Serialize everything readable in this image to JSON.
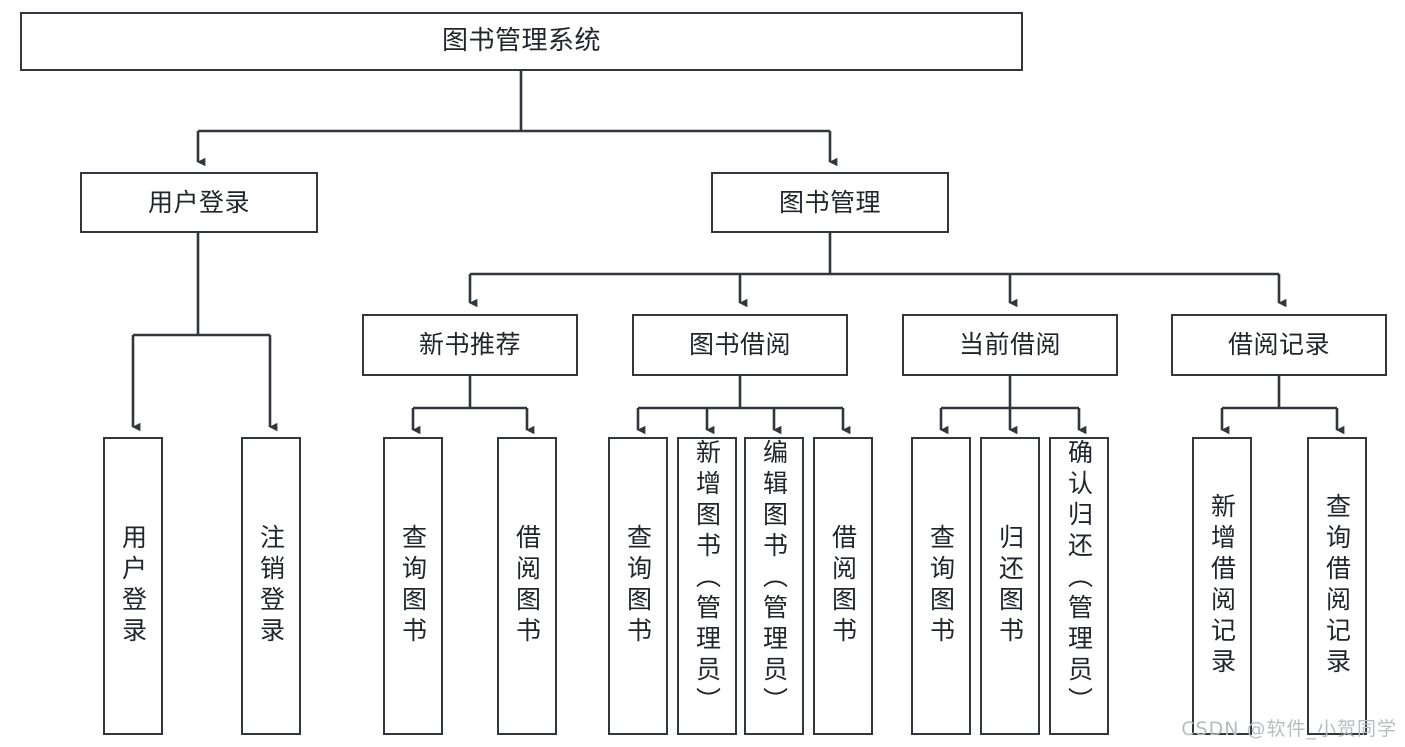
{
  "diagram": {
    "type": "tree",
    "title": "图书管理系统",
    "orientation": "top-down",
    "colors": {
      "node_border": "#33363b",
      "node_fill": "#ffffff",
      "edge": "#33363b",
      "text": "#22252a",
      "watermark": "#b9bcc1",
      "background": "#ffffff"
    },
    "root": {
      "label": "图书管理系统"
    },
    "level2": [
      {
        "label": "用户登录"
      },
      {
        "label": "图书管理"
      }
    ],
    "level3": [
      {
        "label": "新书推荐"
      },
      {
        "label": "图书借阅"
      },
      {
        "label": "当前借阅"
      },
      {
        "label": "借阅记录"
      }
    ],
    "leaves": {
      "user_login": [
        {
          "label": "用户登录"
        },
        {
          "label": "注销登录"
        }
      ],
      "new_book_recommend": [
        {
          "label": "查询图书"
        },
        {
          "label": "借阅图书"
        }
      ],
      "book_borrow": [
        {
          "label": "查询图书"
        },
        {
          "label": "新增图书（管理员）"
        },
        {
          "label": "编辑图书（管理员）"
        },
        {
          "label": "借阅图书"
        }
      ],
      "current_borrow": [
        {
          "label": "查询图书"
        },
        {
          "label": "归还图书"
        },
        {
          "label": "确认归还（管理员）"
        }
      ],
      "borrow_record": [
        {
          "label": "新增借阅记录"
        },
        {
          "label": "查询借阅记录"
        }
      ]
    }
  },
  "watermark": {
    "text": "CSDN @软件_小贺同学"
  }
}
